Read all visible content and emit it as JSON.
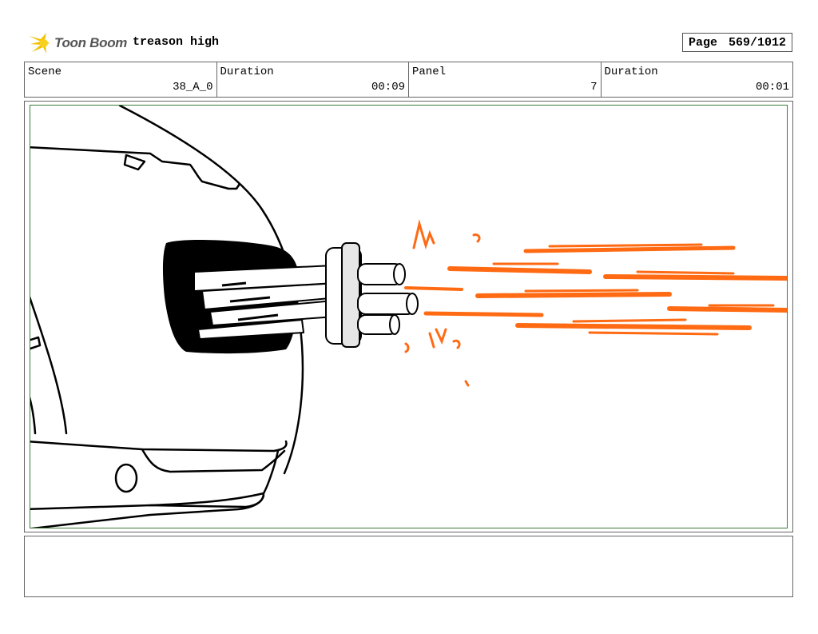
{
  "header": {
    "logo_text": "Toon Boom",
    "project_title": "treason high",
    "page_label": "Page",
    "page_number": "569/1012"
  },
  "info": {
    "scene_label": "Scene",
    "scene_value": "38_A_0",
    "duration_label": "Duration",
    "duration_value": "00:09",
    "panel_label": "Panel",
    "panel_value": "7",
    "panel_duration_label": "Duration",
    "panel_duration_value": "00:01"
  },
  "colors": {
    "logo_yellow": "#f2c200",
    "frame_green": "#3b7a3b",
    "flame_orange": "#ff6a13"
  },
  "notes": {
    "text": ""
  }
}
